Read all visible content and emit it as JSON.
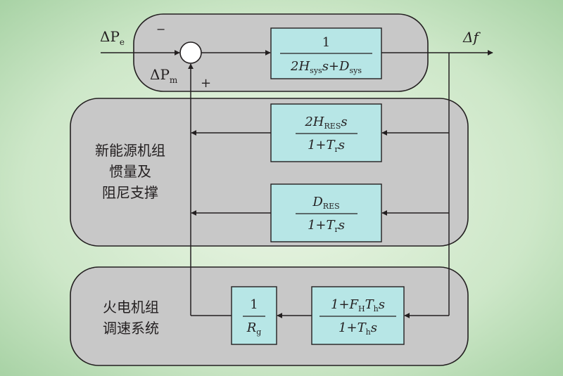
{
  "signals": {
    "delta_pe": "ΔP",
    "delta_pe_sub": "e",
    "delta_pm": "ΔP",
    "delta_pm_sub": "m",
    "delta_f": "Δf",
    "minus_sign": "−",
    "plus_sign": "+"
  },
  "blocks": {
    "system": {
      "num": "1",
      "den_a": "2H",
      "den_sub1": "sys",
      "den_b": "s+D",
      "den_sub2": "sys"
    },
    "inertia": {
      "num_a": "2H",
      "num_sub": "RES",
      "num_b": "s",
      "den_a": "1+T",
      "den_sub": "r",
      "den_b": "s"
    },
    "damping": {
      "num_a": "D",
      "num_sub": "RES",
      "den_a": "1+T",
      "den_sub": "r",
      "den_b": "s"
    },
    "governor": {
      "num_a": "1+F",
      "num_sub1": "H",
      "num_b": "T",
      "num_sub2": "h",
      "num_c": "s",
      "den_a": "1+T",
      "den_sub": "h",
      "den_b": "s"
    },
    "droop": {
      "num": "1",
      "den_a": "R",
      "den_sub": "g"
    }
  },
  "groups": {
    "renewable_lines": [
      "新能源机组",
      "惯量及",
      "阻尼支撑"
    ],
    "thermal_lines": [
      "火电机组",
      "调速系统"
    ]
  },
  "colors": {
    "background_center": "#ecf6e6",
    "background_edge": "#a9d3a6",
    "group_fill": "#c8c8c8",
    "block_fill": "#b7e6e6",
    "line": "#231f20"
  }
}
